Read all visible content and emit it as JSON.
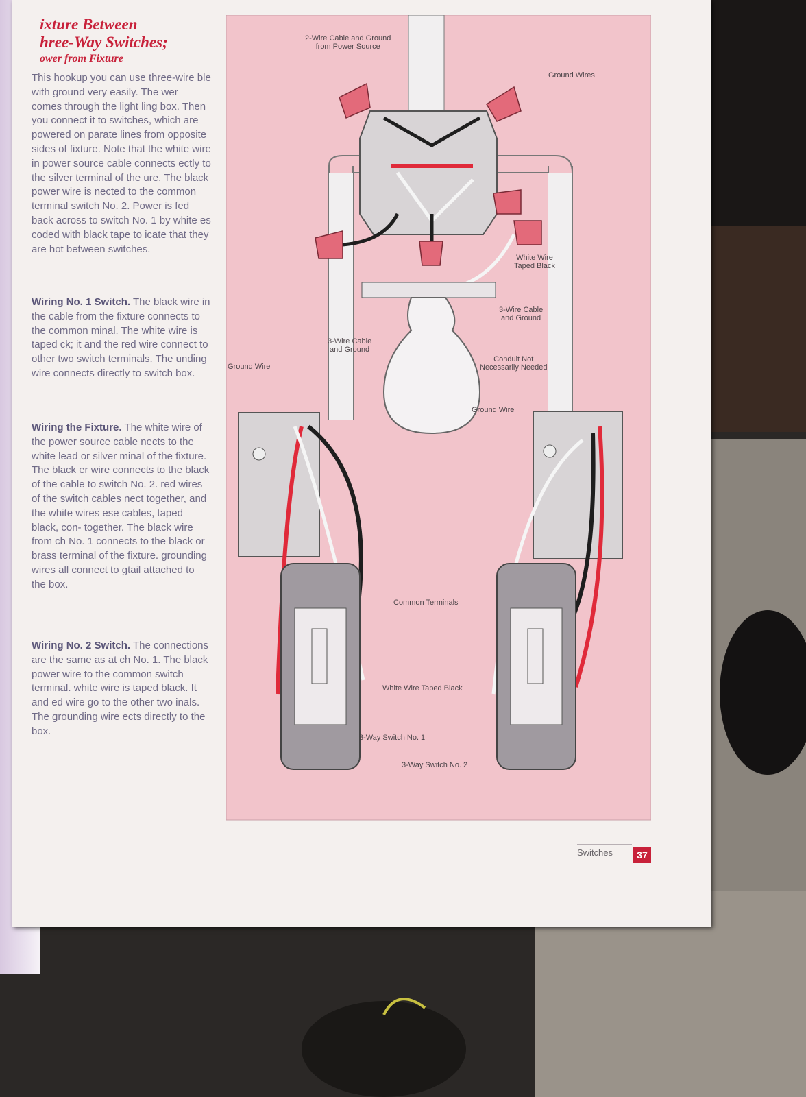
{
  "heading": {
    "line1": "ixture Between",
    "line2": "hree-Way Switches;",
    "line3": "ower from Fixture"
  },
  "paragraphs": [
    {
      "head": "",
      "text": "This hookup you can use three-wire ble with ground very easily. The wer comes through the light ling box. Then you connect it to switches, which are powered on parate lines from opposite sides of fixture. Note that the white wire in power source cable connects ectly to the silver terminal of the ure. The black power wire is nected to the common terminal switch No. 2. Power is fed back across to switch No. 1 by white es coded with black tape to icate that they are hot between switches."
    },
    {
      "head": "Wiring No. 1 Switch.",
      "text": "The black wire in the cable from the fixture connects to the common minal. The white wire is taped ck; it and the red wire connect to other two switch terminals. The unding wire connects directly to switch box."
    },
    {
      "head": "Wiring the Fixture.",
      "text": "The white wire of the power source cable nects to the white lead or silver minal of the fixture. The black er wire connects to the black of the cable to switch No. 2. red wires of the switch cables nect together, and the white wires ese cables, taped black, con- together. The black wire from ch No. 1 connects to the black or brass terminal of the fixture. grounding wires all connect to gtail attached to the box."
    },
    {
      "head": "Wiring No. 2 Switch.",
      "text": "The connections are the same as at ch No. 1. The black power wire to the common switch terminal. white wire is taped black. It and ed wire go to the other two inals. The grounding wire ects directly to the box."
    }
  ],
  "diagram": {
    "labels": {
      "power_source": "2-Wire Cable and Ground\nfrom Power Source",
      "ground_wires": "Ground Wires",
      "white_taped_black_top": "White Wire\nTaped Black",
      "cable_right": "3-Wire Cable\nand Ground",
      "cable_left": "3-Wire Cable\nand Ground",
      "conduit": "Conduit Not\nNecessarily Needed",
      "ground_wire_left": "Ground Wire",
      "ground_wire_right": "Ground Wire",
      "common_terminals": "Common Terminals",
      "white_taped_black_bottom": "White Wire Taped Black",
      "switch_1": "3-Way Switch No. 1",
      "switch_2": "3-Way Switch No. 2"
    }
  },
  "footer": {
    "section": "Switches",
    "page": "37"
  },
  "colors": {
    "heading": "#c8213a",
    "diagram_bg": "#f2c4cb",
    "wire_red": "#e02a3a",
    "wire_black": "#1e1e1e"
  }
}
